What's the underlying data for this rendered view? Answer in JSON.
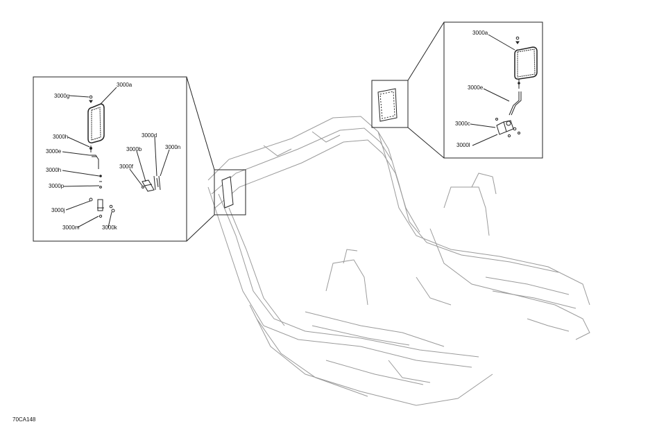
{
  "diagram_ref": "70CA148",
  "left_callout": {
    "labels": {
      "g": "3000g",
      "a": "3000a",
      "h1": "3000h",
      "e": "3000e",
      "h2": "3000h",
      "p": "3000p",
      "j": "3000j",
      "m": "3000m",
      "k": "3000k",
      "d": "3000d",
      "b": "3000b",
      "n": "3000n",
      "f": "3000f"
    }
  },
  "right_callout": {
    "labels": {
      "a": "3000a",
      "e": "3000e",
      "c": "3000c",
      "l": "3000l"
    }
  },
  "colors": {
    "line": "#222222",
    "frame_line": "#9a9a9a",
    "background": "#ffffff"
  }
}
